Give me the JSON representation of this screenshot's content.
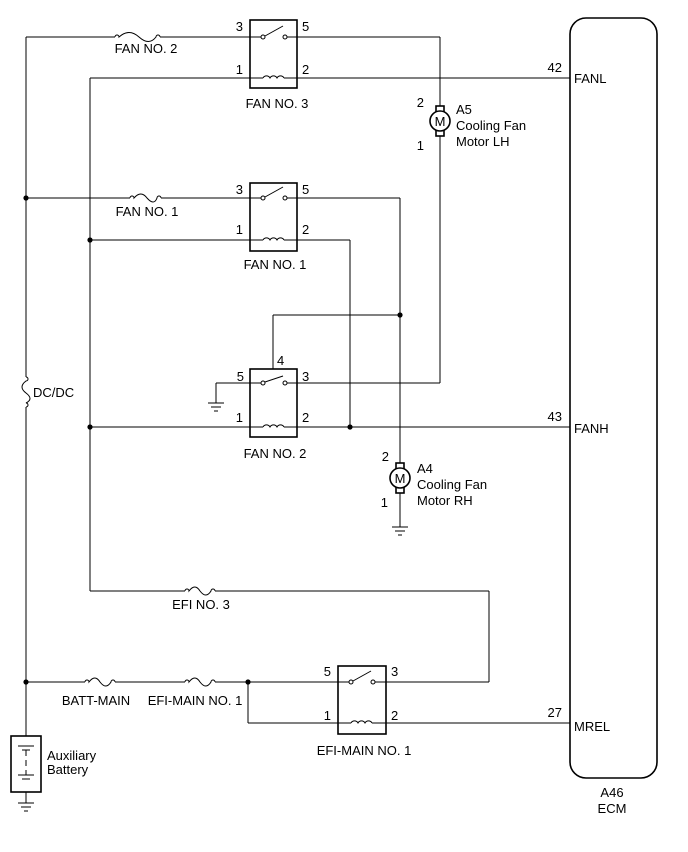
{
  "ecm": {
    "ref": "A46",
    "name": "ECM"
  },
  "ecm_pins": {
    "fanl": {
      "num": "42",
      "name": "FANL"
    },
    "fanh": {
      "num": "43",
      "name": "FANH"
    },
    "mrel": {
      "num": "27",
      "name": "MREL"
    }
  },
  "fuses": {
    "fan2": "FAN NO. 2",
    "fan1": "FAN NO. 1",
    "dcdc": "DC/DC",
    "efi3": "EFI NO. 3",
    "batt_main": "BATT-MAIN",
    "efi_main1": "EFI-MAIN NO. 1"
  },
  "relays": {
    "fan3": {
      "name": "FAN NO. 3",
      "p3": "3",
      "p5": "5",
      "p1": "1",
      "p2": "2"
    },
    "fan1": {
      "name": "FAN NO. 1",
      "p3": "3",
      "p5": "5",
      "p1": "1",
      "p2": "2"
    },
    "fan2": {
      "name": "FAN NO. 2",
      "p4": "4",
      "p5": "5",
      "p3": "3",
      "p1": "1",
      "p2": "2"
    },
    "efi_main1": {
      "name": "EFI-MAIN NO. 1",
      "p5": "5",
      "p3": "3",
      "p1": "1",
      "p2": "2"
    }
  },
  "motors": {
    "lh": {
      "ref": "A5",
      "line1": "Cooling Fan",
      "line2": "Motor LH",
      "pin_top": "2",
      "pin_bottom": "1",
      "symbol": "M"
    },
    "rh": {
      "ref": "A4",
      "line1": "Cooling Fan",
      "line2": "Motor RH",
      "pin_top": "2",
      "pin_bottom": "1",
      "symbol": "M"
    }
  },
  "battery": {
    "line1": "Auxiliary",
    "line2": "Battery"
  }
}
